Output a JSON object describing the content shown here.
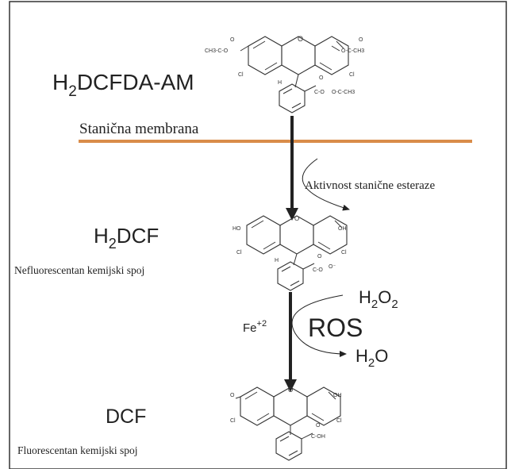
{
  "compounds": {
    "h2dcfda_am": {
      "prefix": "H",
      "sub": "2",
      "rest": "DCFDA-AM"
    },
    "h2dcf": {
      "prefix": "H",
      "sub": "2",
      "rest": "DCF",
      "desc": "Nefluorescentan kemijski spoj"
    },
    "dcf": {
      "name": "DCF",
      "desc": "Fluorescentan kemijski spoj"
    }
  },
  "membrane": {
    "label": "Stanična membrana",
    "color": "#d98c4a"
  },
  "esterase": {
    "label": "Aktivnost stanične esteraze"
  },
  "reaction": {
    "catalyst": "Fe",
    "catalyst_sup": "+2",
    "ros": "ROS",
    "h2o2": {
      "a": "H",
      "b": "2",
      "c": "O",
      "d": "2"
    },
    "h2o": {
      "a": "H",
      "b": "2",
      "c": "O"
    }
  },
  "structure_labels": {
    "ch3coo": "CH3-C-O",
    "och3": "O-C-CH3",
    "o": "O",
    "ho": "HO",
    "oh": "OH",
    "cl": "Cl",
    "h": "H",
    "coo": "C-O",
    "cooh": "C-OH",
    "o_minus": "O⁻"
  }
}
